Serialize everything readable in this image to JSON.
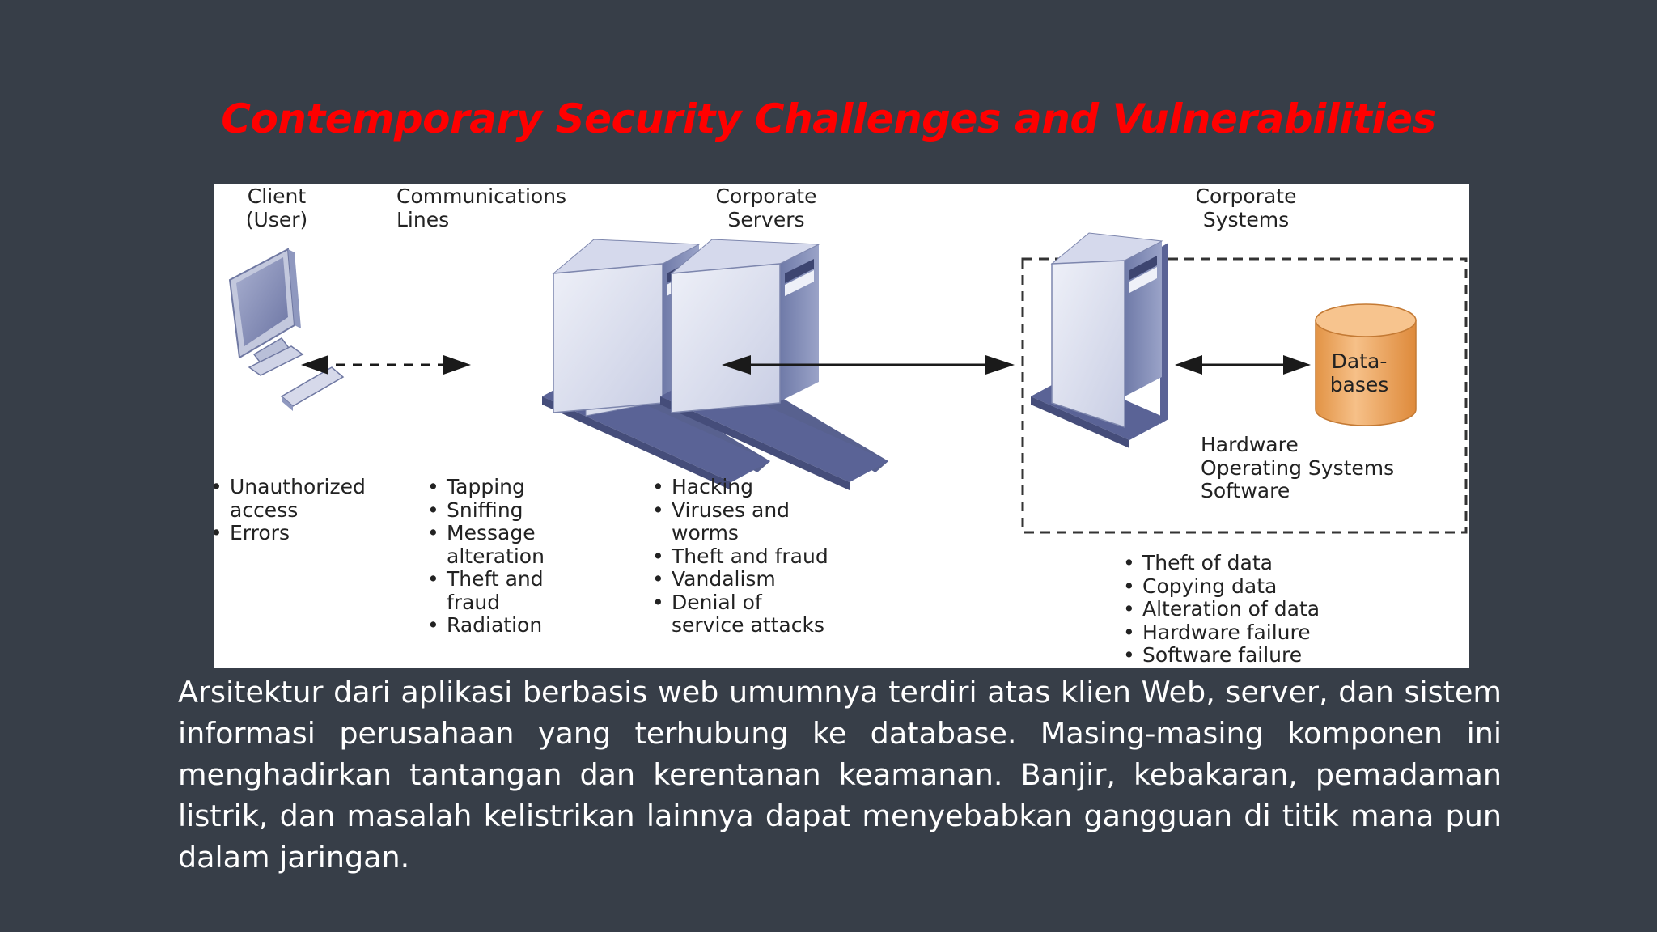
{
  "slide": {
    "title": "Contemporary Security Challenges and Vulnerabilities",
    "body": "Arsitektur dari aplikasi berbasis web umumnya terdiri atas klien Web, server, dan sistem informasi perusahaan yang terhubung ke database. Masing-masing komponen ini menghadirkan tantangan dan kerentanan keamanan. Banjir, kebakaran, pemadaman listrik, dan masalah kelistrikan lainnya dapat menyebabkan gangguan di titik mana pun dalam jaringan."
  },
  "diagram": {
    "columns": {
      "client": {
        "line1": "Client",
        "line2": "(User)"
      },
      "lines": {
        "line1": "Communications",
        "line2": "Lines"
      },
      "servers": {
        "line1": "Corporate",
        "line2": "Servers"
      },
      "systems": {
        "line1": "Corporate",
        "line2": "Systems"
      }
    },
    "database": {
      "line1": "Data-",
      "line2": "bases"
    },
    "systems_box": {
      "line1": "Hardware",
      "line2": "Operating Systems",
      "line3": "Software"
    },
    "threats": {
      "client": [
        "Unauthorized",
        "access",
        "Errors"
      ],
      "lines": [
        "Tapping",
        "Sniffing",
        "Message",
        "alteration",
        "Theft and",
        "fraud",
        "Radiation"
      ],
      "servers": [
        "Hacking",
        "Viruses and",
        "worms",
        "Theft and fraud",
        "Vandalism",
        "Denial of",
        "service attacks"
      ],
      "systems": [
        "Theft of data",
        "Copying data",
        "Alteration of data",
        "Hardware failure",
        "Software failure"
      ]
    },
    "colors": {
      "server_face": "#dfe3f1",
      "server_side": "#7f89b3",
      "base": "#5a6396",
      "database": "#f0ad64",
      "title": "#ff0000"
    }
  }
}
